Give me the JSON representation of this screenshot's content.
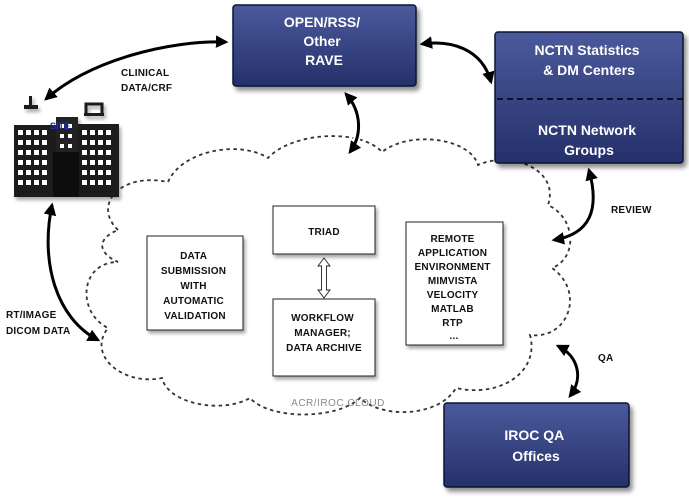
{
  "site": {
    "label": "SITE"
  },
  "nodes": {
    "rave": {
      "lines": [
        "OPEN/RSS/",
        "Other",
        "RAVE"
      ]
    },
    "nctn_stats": {
      "lines": [
        "NCTN  Statistics",
        "& DM Centers"
      ]
    },
    "nctn_groups": {
      "lines": [
        "NCTN Network",
        "Groups"
      ]
    },
    "iroc_qa": {
      "lines": [
        "IROC QA",
        "Offices"
      ]
    }
  },
  "cloud": {
    "label": "ACR/IROC CLOUD",
    "boxes": {
      "data_submission": {
        "lines": [
          "DATA",
          "SUBMISSION",
          "WITH",
          "AUTOMATIC",
          "VALIDATION"
        ]
      },
      "triad": {
        "lines": [
          "TRIAD"
        ]
      },
      "workflow": {
        "lines": [
          "WORKFLOW",
          "MANAGER;",
          "DATA ARCHIVE"
        ]
      },
      "remote_app": {
        "lines": [
          "REMOTE",
          "APPLICATION",
          "ENVIRONMENT",
          "MIMVISTA",
          "VELOCITY",
          "MATLAB",
          "RTP",
          "..."
        ]
      }
    }
  },
  "edges": {
    "clinical": {
      "lines": [
        "CLINICAL",
        "DATA/CRF"
      ]
    },
    "rt_image": {
      "lines": [
        "RT/IMAGE",
        "DICOM DATA"
      ]
    },
    "review": {
      "lines": [
        "REVIEW"
      ]
    },
    "qa": {
      "lines": [
        "QA"
      ]
    }
  },
  "colors": {
    "node_fill_top": "#4b5a9c",
    "node_fill_bottom": "#25306a",
    "node_border": "#0c1233",
    "cloud_border": "#333333",
    "site_building": "#1a1a1a"
  }
}
